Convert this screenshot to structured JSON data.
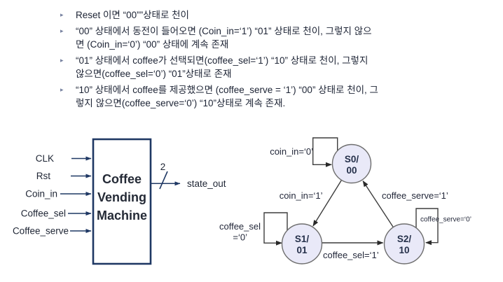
{
  "ui": {
    "bullet_char": "▸"
  },
  "bullets": [
    {
      "text": "Reset 이면 “00””상태로 천이"
    },
    {
      "text": "“00” 상태에서 동전이 들어오면 (Coin_in=‘1’) “01” 상태로 천이, 그렇지 않으\n면 (Coin_in=‘0’) “00” 상태에 계속 존재"
    },
    {
      "text": "“01” 상태에서 coffee가 선택되면(coffee_sel=‘1’) “10” 상태로 천이, 그렇지\n않으면(coffee_sel=‘0’) “01”상태로 존재"
    },
    {
      "text": "“10” 상태에서 coffee를 제공했으면 (coffee_serve = ‘1’) “00” 상태로 천이, 그\n렇지 않으면(coffee_serve=‘0’) “10”상태로 계속 존재."
    }
  ],
  "block_diagram": {
    "inputs": [
      {
        "label": "CLK"
      },
      {
        "label": "Rst"
      },
      {
        "label": "Coin_in"
      },
      {
        "label": "Coffee_sel"
      },
      {
        "label": "Coffee_serve"
      }
    ],
    "box_title_lines": [
      "Coffee",
      "Vending",
      "Machine"
    ],
    "bus_width_label": "2",
    "output_label": "state_out"
  },
  "fsm": {
    "states": [
      {
        "line1": "S0/",
        "line2": "00"
      },
      {
        "line1": "S1/",
        "line2": "01"
      },
      {
        "line1": "S2/",
        "line2": "10"
      }
    ],
    "transitions": {
      "s0_self": "coin_in=‘0’",
      "s0_to_s1": "coin_in=‘1’",
      "s1_self_line1": "coffee_sel",
      "s1_self_line2": "=‘0’",
      "s1_to_s2": "coffee_sel=‘1’",
      "s2_self": "coffee_serve=‘0’",
      "s2_to_s0": "coffee_serve=‘1’"
    }
  },
  "colors": {
    "accent_navy": "#1f3864",
    "fsm_line": "#3d3d3d",
    "state_fill": "#e9e9f8",
    "state_stroke": "#6e6e6e",
    "text_dark": "#1c2334"
  }
}
